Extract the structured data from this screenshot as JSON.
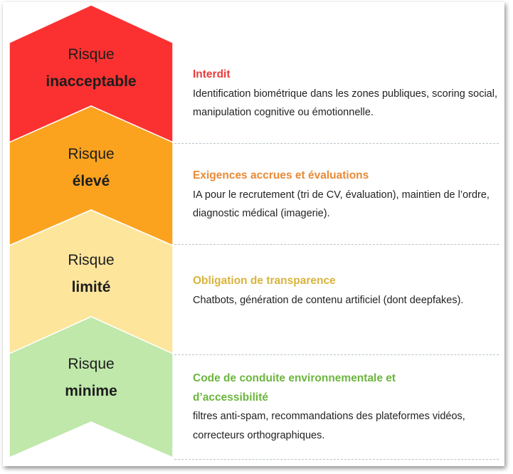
{
  "levels": [
    {
      "label_line1": "Risque",
      "label_line2": "inacceptable",
      "title": "Interdit",
      "description": "Identification biométrique dans les zones publiques, scoring social, manipulation cognitive ou émotionnelle.",
      "fill": "#fb3131",
      "title_color": "#ea3b3b"
    },
    {
      "label_line1": "Risque",
      "label_line2": "élevé",
      "title": "Exigences accrues et évaluations",
      "description": "IA pour le recrutement (tri de CV, évaluation), maintien de l’ordre, diagnostic médical (imagerie).",
      "fill": "#fba31f",
      "title_color": "#e98a36"
    },
    {
      "label_line1": "Risque",
      "label_line2": "limité",
      "title": "Obligation de transparence",
      "description": "Chatbots, génération de contenu artificiel (dont deepfakes).",
      "fill": "#fde59b",
      "title_color": "#d8b33c"
    },
    {
      "label_line1": "Risque",
      "label_line2": "minime",
      "title": "Code de conduite environnementale et d’accessibilité",
      "description": "filtres anti-spam, recommandations des plateformes vidéos, correcteurs orthographiques.",
      "fill": "#bfe8aa",
      "title_color": "#6cb63e"
    }
  ]
}
